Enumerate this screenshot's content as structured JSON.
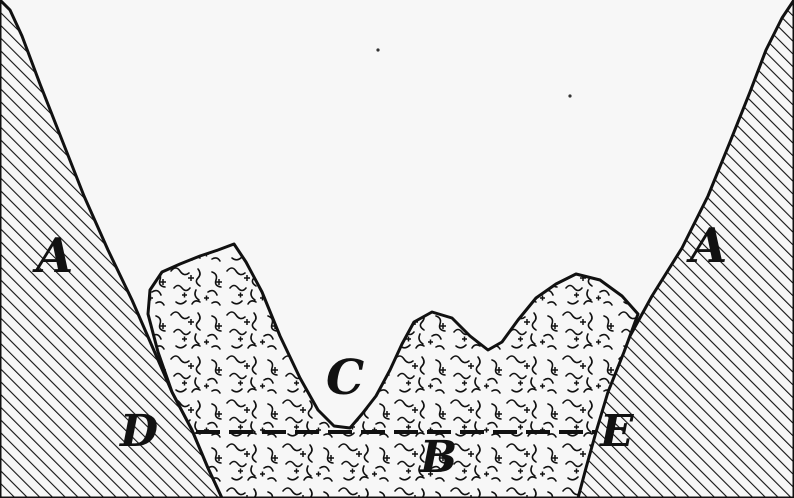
{
  "diagram": {
    "labels": {
      "rock_left": "A",
      "rock_right": "A",
      "fill_bottom": "B",
      "valley": "C",
      "line_left_end": "D",
      "line_right_end": "E"
    },
    "colors": {
      "background": "#f7f7f7",
      "ink": "#111111"
    }
  }
}
